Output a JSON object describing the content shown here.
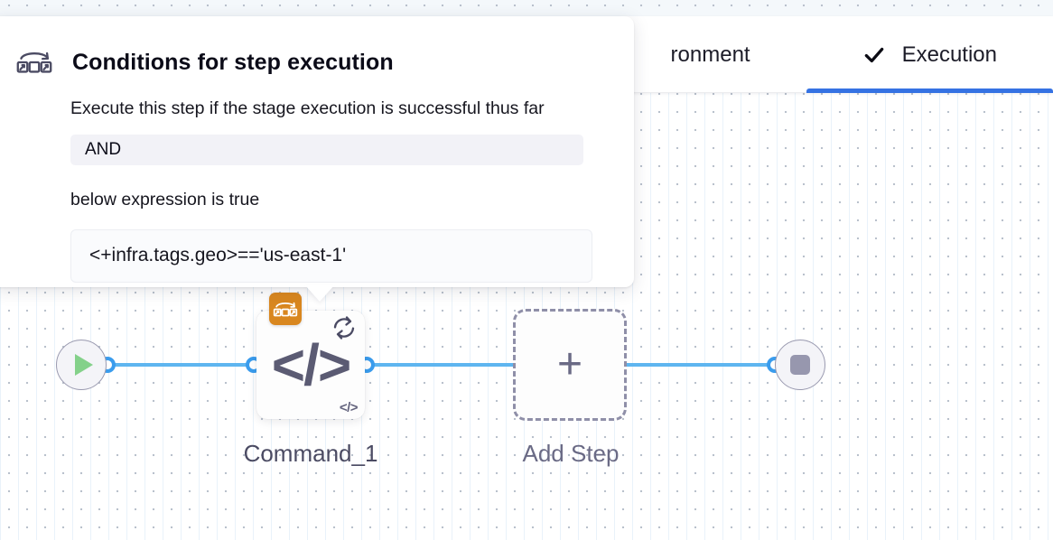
{
  "header": {
    "tabs": [
      {
        "label": "Environment",
        "truncated_label": "ronment",
        "active": false,
        "has_check": false
      },
      {
        "label": "Execution",
        "active": true,
        "has_check": true,
        "check_icon": "check-icon"
      }
    ],
    "active_tab_underline_color": "#3572e3"
  },
  "popover": {
    "icon": "conditional-execution-icon",
    "title": "Conditions for step execution",
    "line1": "Execute this step if the stage execution is successful thus far",
    "operator": "AND",
    "line2": "below expression is true",
    "expression": "<+infra.tags.geo>=='us-east-1'"
  },
  "pipeline": {
    "start_node": {
      "name": "start-node",
      "icon": "play-icon",
      "icon_color": "#84d18a"
    },
    "end_node": {
      "name": "end-node",
      "icon": "stop-icon",
      "icon_color": "#9797ae"
    },
    "command_node": {
      "label": "Command_1",
      "center_icon": "code-icon",
      "center_glyph": "</>",
      "loop_icon": "loop-retry-icon",
      "mini_icon": "code-icon",
      "mini_glyph": "</>",
      "badge_icon": "conditional-execution-icon",
      "badge_color": "#d9871f"
    },
    "add_step": {
      "label": "Add Step",
      "plus_glyph": "+"
    },
    "connector_color": "#5eb5f0",
    "port_color": "#3a9ced"
  }
}
